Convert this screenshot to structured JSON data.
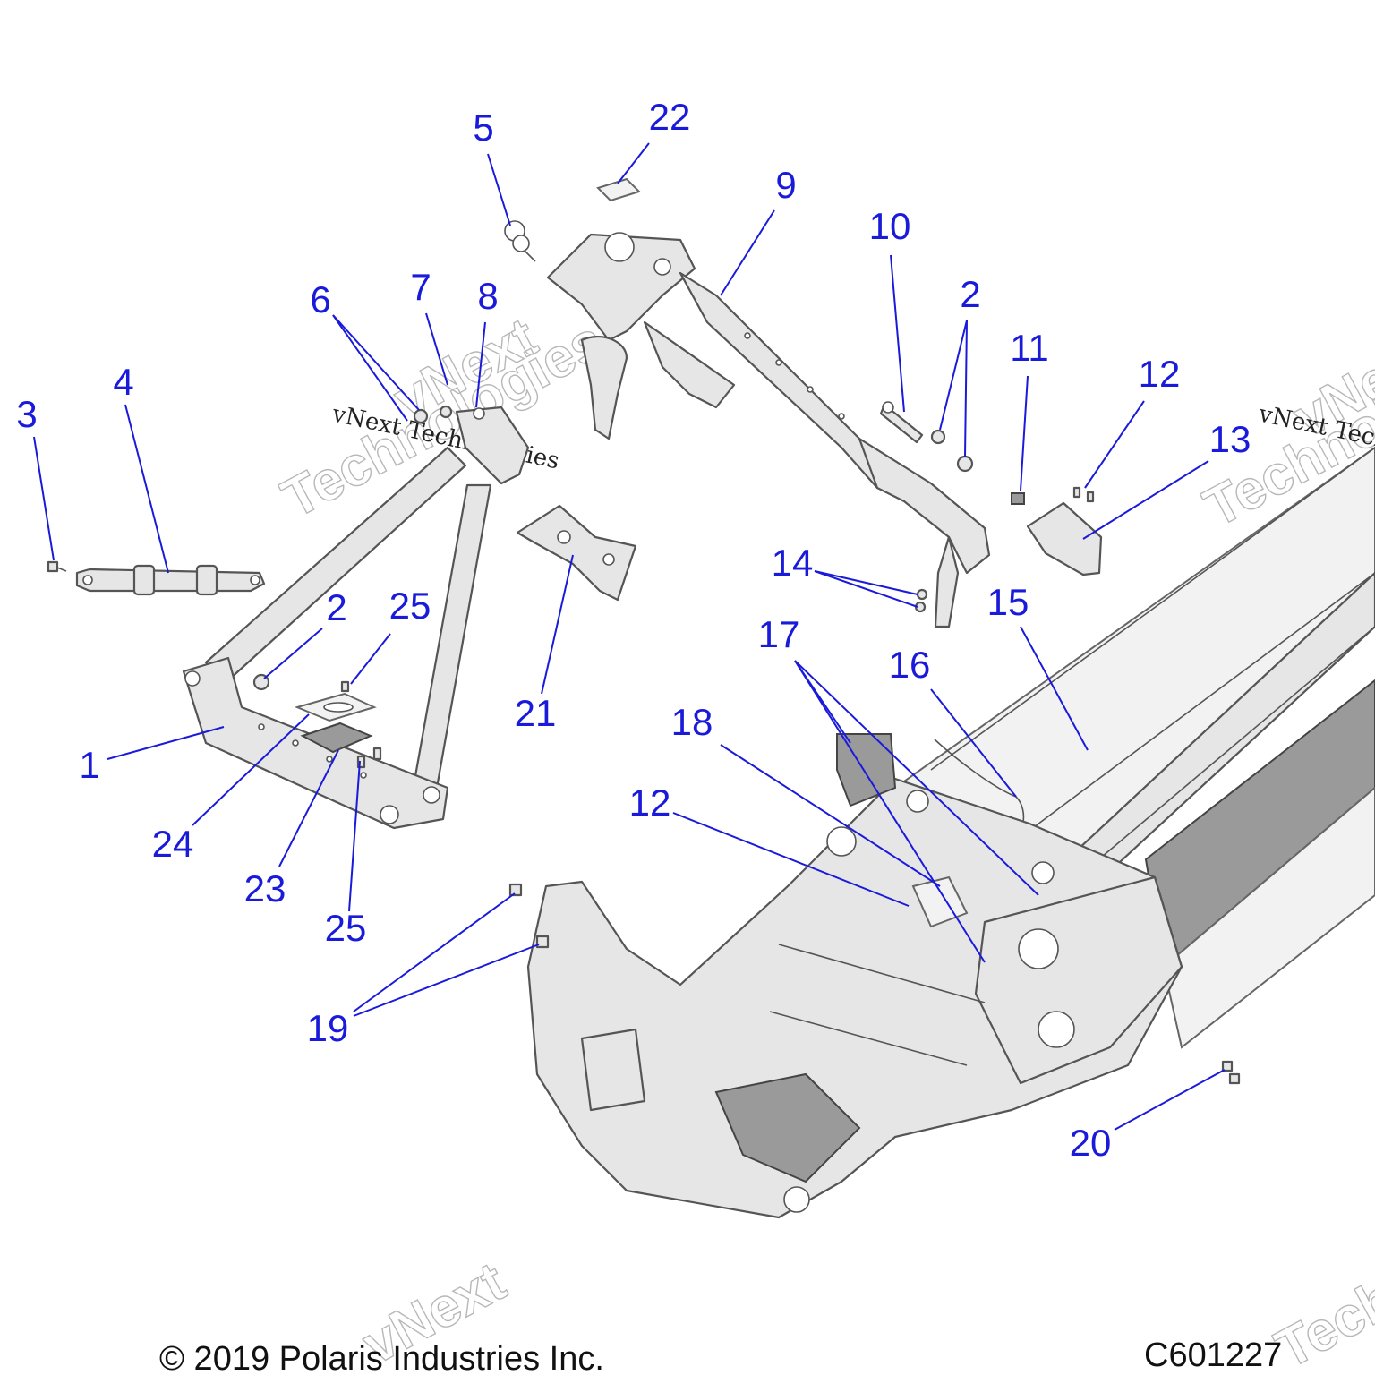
{
  "colors": {
    "accent": "#1a1adb",
    "line": "#555555",
    "fill": "#e6e6e6"
  },
  "callouts": [
    {
      "id": "c22",
      "label": "22"
    },
    {
      "id": "c5",
      "label": "5"
    },
    {
      "id": "c9",
      "label": "9"
    },
    {
      "id": "c10",
      "label": "10"
    },
    {
      "id": "c2a",
      "label": "2"
    },
    {
      "id": "c11",
      "label": "11"
    },
    {
      "id": "c12a",
      "label": "12"
    },
    {
      "id": "c13",
      "label": "13"
    },
    {
      "id": "c6",
      "label": "6"
    },
    {
      "id": "c7",
      "label": "7"
    },
    {
      "id": "c8",
      "label": "8"
    },
    {
      "id": "c3",
      "label": "3"
    },
    {
      "id": "c4",
      "label": "4"
    },
    {
      "id": "c2b",
      "label": "2"
    },
    {
      "id": "c25a",
      "label": "25"
    },
    {
      "id": "c14",
      "label": "14"
    },
    {
      "id": "c15",
      "label": "15"
    },
    {
      "id": "c17",
      "label": "17"
    },
    {
      "id": "c16",
      "label": "16"
    },
    {
      "id": "c21",
      "label": "21"
    },
    {
      "id": "c18",
      "label": "18"
    },
    {
      "id": "c1",
      "label": "1"
    },
    {
      "id": "c12b",
      "label": "12"
    },
    {
      "id": "c24",
      "label": "24"
    },
    {
      "id": "c23",
      "label": "23"
    },
    {
      "id": "c25b",
      "label": "25"
    },
    {
      "id": "c19",
      "label": "19"
    },
    {
      "id": "c20",
      "label": "20"
    }
  ],
  "watermarks": {
    "company": "vNext Technologies",
    "brand": "vNext",
    "brand_line2": "Technologies"
  },
  "footer": {
    "copyright": "© 2019 Polaris Industries Inc.",
    "figure_id": "C601227"
  }
}
